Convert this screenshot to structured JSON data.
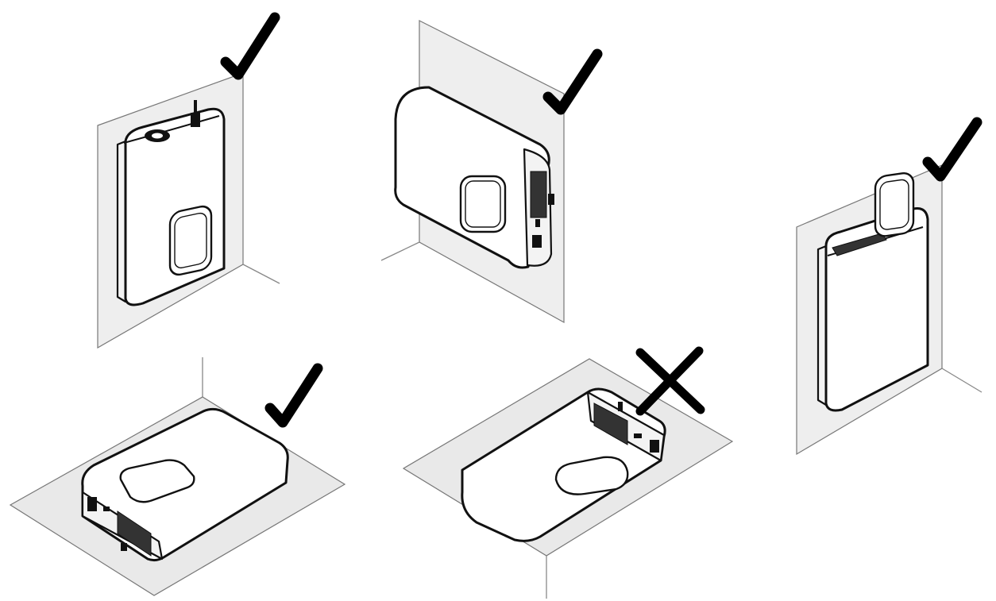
{
  "figure": {
    "description_kind": "installation-orientation-diagram",
    "positions": [
      {
        "id": "wall-vertical-top-up",
        "mark": "check",
        "allowed": true
      },
      {
        "id": "wall-horizontal",
        "mark": "check",
        "allowed": true
      },
      {
        "id": "wall-vertical-top-up-right",
        "mark": "check",
        "allowed": true
      },
      {
        "id": "floor-horizontal",
        "mark": "check",
        "allowed": true
      },
      {
        "id": "ceiling-mounted",
        "mark": "cross",
        "allowed": false
      }
    ],
    "colors": {
      "surface": "#eeeeee",
      "outline": "#111111",
      "mark": "#000000"
    }
  }
}
